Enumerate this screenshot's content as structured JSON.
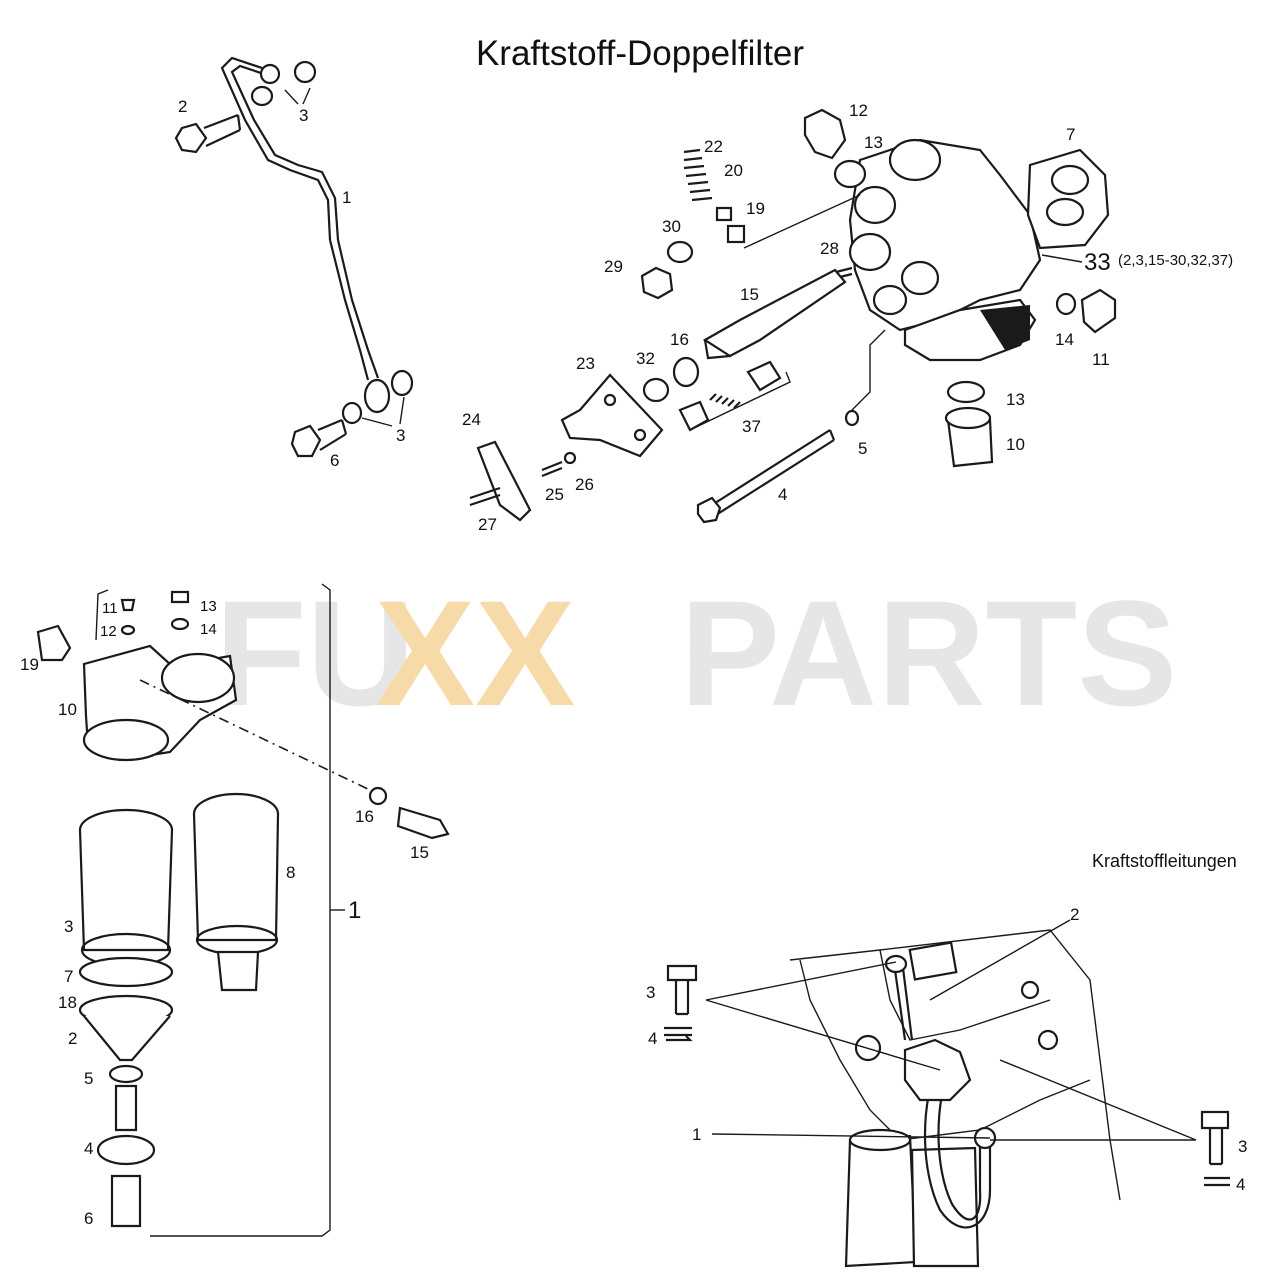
{
  "title": "Kraftstoff-Doppelfilter",
  "subtitle": "Kraftstoffleitungen",
  "watermark": {
    "left": "FU",
    "mid": "XX",
    "right": "PARTS",
    "accent_color": "#f5c873",
    "grey_color": "#d8d8d8"
  },
  "group_33_note": "(2,3,15-30,32,37)",
  "top": {
    "labels": [
      "2",
      "3",
      "1",
      "3",
      "6",
      "12",
      "13",
      "7",
      "22",
      "20",
      "19",
      "30",
      "29",
      "28",
      "15",
      "16",
      "32",
      "23",
      "37",
      "24",
      "25",
      "26",
      "27",
      "14",
      "11",
      "13",
      "10",
      "5",
      "4",
      "33"
    ]
  },
  "left": {
    "labels": [
      "11",
      "12",
      "13",
      "14",
      "19",
      "10",
      "16",
      "15",
      "8",
      "3",
      "7",
      "18",
      "2",
      "5",
      "4",
      "6",
      "1"
    ]
  },
  "right": {
    "labels": [
      "2",
      "3",
      "4",
      "1",
      "3",
      "4"
    ]
  }
}
